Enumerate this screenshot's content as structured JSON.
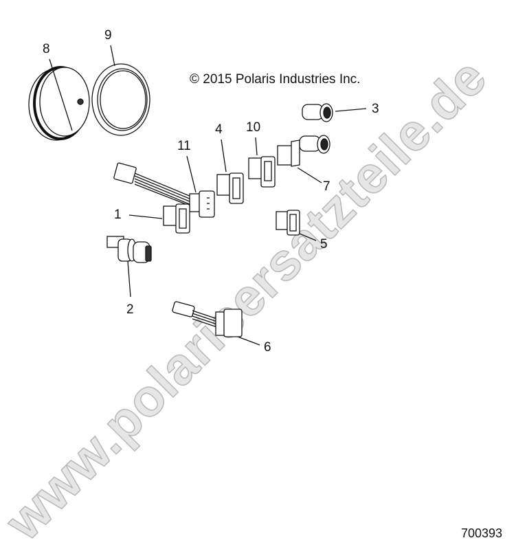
{
  "diagram": {
    "type": "exploded-parts-diagram",
    "copyright": "© 2015 Polaris Industries Inc.",
    "figure_number": "700393",
    "watermark": "www.polarisersatzteile.de",
    "colors": {
      "line": "#111111",
      "watermark_fill": "#e3e3e3",
      "watermark_stroke": "#b5b5b5",
      "background": "#ffffff"
    },
    "callouts": [
      {
        "number": "1",
        "part": "rocker-switch"
      },
      {
        "number": "2",
        "part": "ignition-key-switch"
      },
      {
        "number": "3",
        "part": "power-outlet-socket"
      },
      {
        "number": "4",
        "part": "rocker-switch"
      },
      {
        "number": "5",
        "part": "rocker-switch"
      },
      {
        "number": "6",
        "part": "switch-with-harness"
      },
      {
        "number": "7",
        "part": "switch-bracket-plate"
      },
      {
        "number": "8",
        "part": "gauge-cover"
      },
      {
        "number": "9",
        "part": "gauge-bezel-ring"
      },
      {
        "number": "10",
        "part": "rocker-switch"
      },
      {
        "number": "11",
        "part": "switch-with-harness"
      }
    ]
  }
}
